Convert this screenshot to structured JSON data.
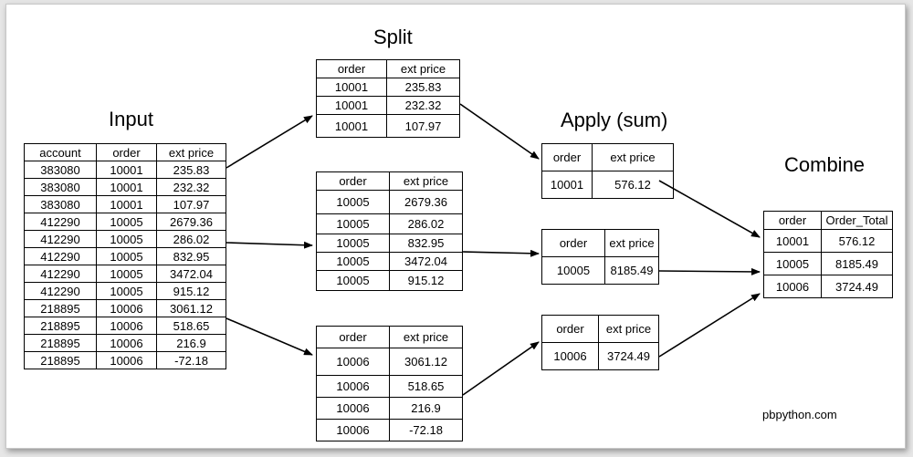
{
  "titles": {
    "input": "Input",
    "split": "Split",
    "apply": "Apply (sum)",
    "combine": "Combine"
  },
  "credit": "pbpython.com",
  "input_table": {
    "headers": [
      "account",
      "order",
      "ext price"
    ],
    "rows": [
      [
        "383080",
        "10001",
        "235.83"
      ],
      [
        "383080",
        "10001",
        "232.32"
      ],
      [
        "383080",
        "10001",
        "107.97"
      ],
      [
        "412290",
        "10005",
        "2679.36"
      ],
      [
        "412290",
        "10005",
        "286.02"
      ],
      [
        "412290",
        "10005",
        "832.95"
      ],
      [
        "412290",
        "10005",
        "3472.04"
      ],
      [
        "412290",
        "10005",
        "915.12"
      ],
      [
        "218895",
        "10006",
        "3061.12"
      ],
      [
        "218895",
        "10006",
        "518.65"
      ],
      [
        "218895",
        "10006",
        "216.9"
      ],
      [
        "218895",
        "10006",
        "-72.18"
      ]
    ]
  },
  "split_tables": [
    {
      "headers": [
        "order",
        "ext price"
      ],
      "rows": [
        [
          "10001",
          "235.83"
        ],
        [
          "10001",
          "232.32"
        ],
        [
          "10001",
          "107.97"
        ]
      ]
    },
    {
      "headers": [
        "order",
        "ext price"
      ],
      "rows": [
        [
          "10005",
          "2679.36"
        ],
        [
          "10005",
          "286.02"
        ],
        [
          "10005",
          "832.95"
        ],
        [
          "10005",
          "3472.04"
        ],
        [
          "10005",
          "915.12"
        ]
      ]
    },
    {
      "headers": [
        "order",
        "ext price"
      ],
      "rows": [
        [
          "10006",
          "3061.12"
        ],
        [
          "10006",
          "518.65"
        ],
        [
          "10006",
          "216.9"
        ],
        [
          "10006",
          "-72.18"
        ]
      ]
    }
  ],
  "apply_tables": [
    {
      "headers": [
        "order",
        "ext price"
      ],
      "rows": [
        [
          "10001",
          "576.12"
        ]
      ]
    },
    {
      "headers": [
        "order",
        "ext price"
      ],
      "rows": [
        [
          "10005",
          "8185.49"
        ]
      ]
    },
    {
      "headers": [
        "order",
        "ext price"
      ],
      "rows": [
        [
          "10006",
          "3724.49"
        ]
      ]
    }
  ],
  "combine_table": {
    "headers": [
      "order",
      "Order_Total"
    ],
    "rows": [
      [
        "10001",
        "576.12"
      ],
      [
        "10005",
        "8185.49"
      ],
      [
        "10006",
        "3724.49"
      ]
    ]
  }
}
